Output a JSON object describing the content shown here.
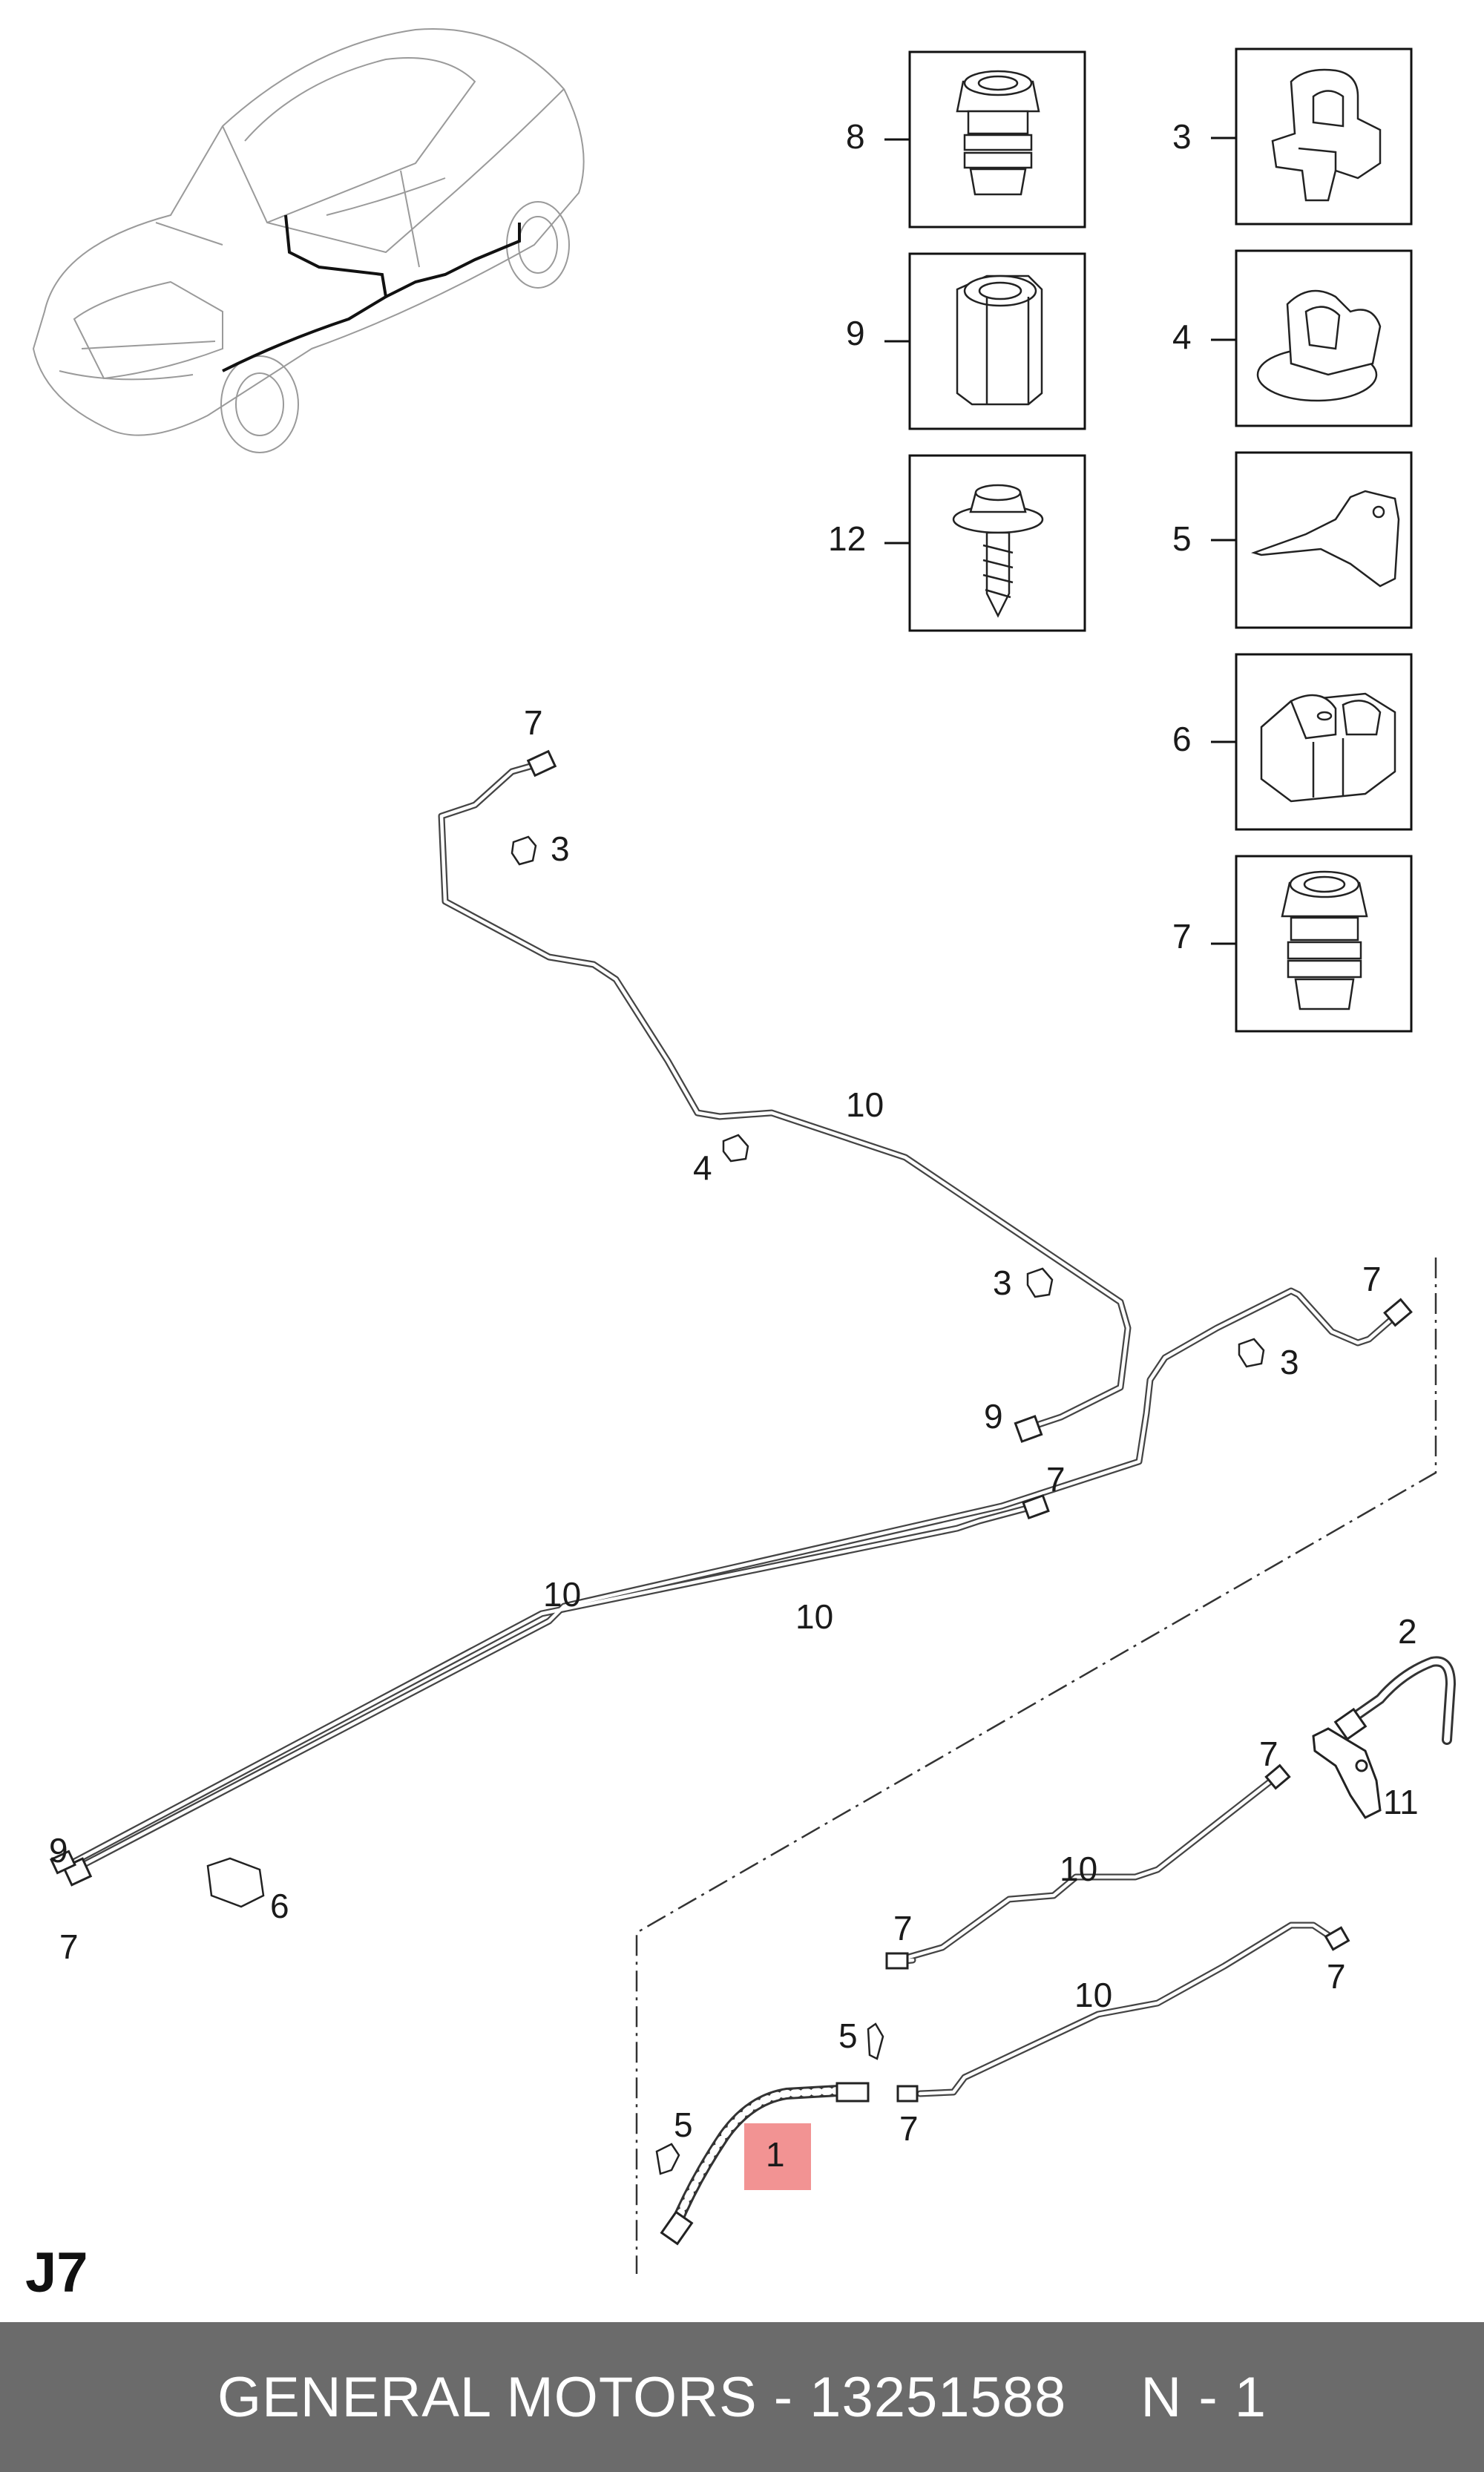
{
  "part_labels": {
    "box_8": "8",
    "box_9": "9",
    "box_12": "12",
    "box_3": "3",
    "box_4": "4",
    "box_5": "5",
    "box_6": "6",
    "box_7": "7",
    "upper_pipe_7": "7",
    "upper_clip_3": "3",
    "upper_clip_4": "4",
    "upper_pipe_10": "10",
    "upper_clip_3b": "3",
    "upper_fitting_9": "9",
    "right_fitting_7": "7",
    "right_clip_3": "3",
    "mid_fitting_7": "7",
    "long_pipe_10a": "10",
    "long_pipe_10b": "10",
    "left_fitting_9": "9",
    "left_fitting_7": "7",
    "clip_6": "6",
    "hose_2": "2",
    "bracket_11": "11",
    "fitting_7_rear": "7",
    "lower_pipe_10a": "10",
    "lower_fitting_7a": "7",
    "lower_pipe_10b": "10",
    "lower_fitting_7b": "7",
    "bracket_5a": "5",
    "bracket_5b": "5",
    "fitting_7_hose": "7",
    "hose_1": "1"
  },
  "highlight_color": "#f08080",
  "page_code": "J7",
  "footer": {
    "brand": "GENERAL MOTORS - 13251588",
    "quantity": "N - 1"
  }
}
